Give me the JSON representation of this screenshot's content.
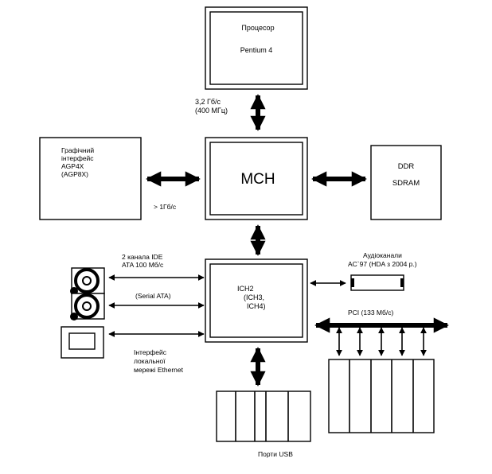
{
  "cpu": {
    "line1": "Процесор",
    "line2": "Pentium 4"
  },
  "fsb": {
    "line1": "3,2 Гб/с",
    "line2": "(400 МГц)"
  },
  "agp": {
    "line1": "Графічний",
    "line2": "інтерфейс",
    "line3": "AGP4X",
    "line4": "(AGP8X)",
    "bus": "> 1Гб/с"
  },
  "mch": {
    "label": "МСН"
  },
  "memory": {
    "line1": "DDR",
    "line2": "SDRAM"
  },
  "ich": {
    "line1": "ICH2",
    "line2": "(ICH3,",
    "line3": "ICH4)"
  },
  "ide": {
    "line1": "2 канала IDE",
    "line2": "ATA 100 Мб/с"
  },
  "sata": {
    "label": "(Serial ATA)"
  },
  "lan": {
    "line1": "Інтерфейс",
    "line2": "локальної",
    "line3": "мережі Ethernet"
  },
  "audio": {
    "line1": "Аудіоканали",
    "line2": "AC`97 (HDA з 2004 р.)"
  },
  "pci": {
    "label": "PCI (133 Мб/с)"
  },
  "usb": {
    "label": "Порти USB"
  }
}
